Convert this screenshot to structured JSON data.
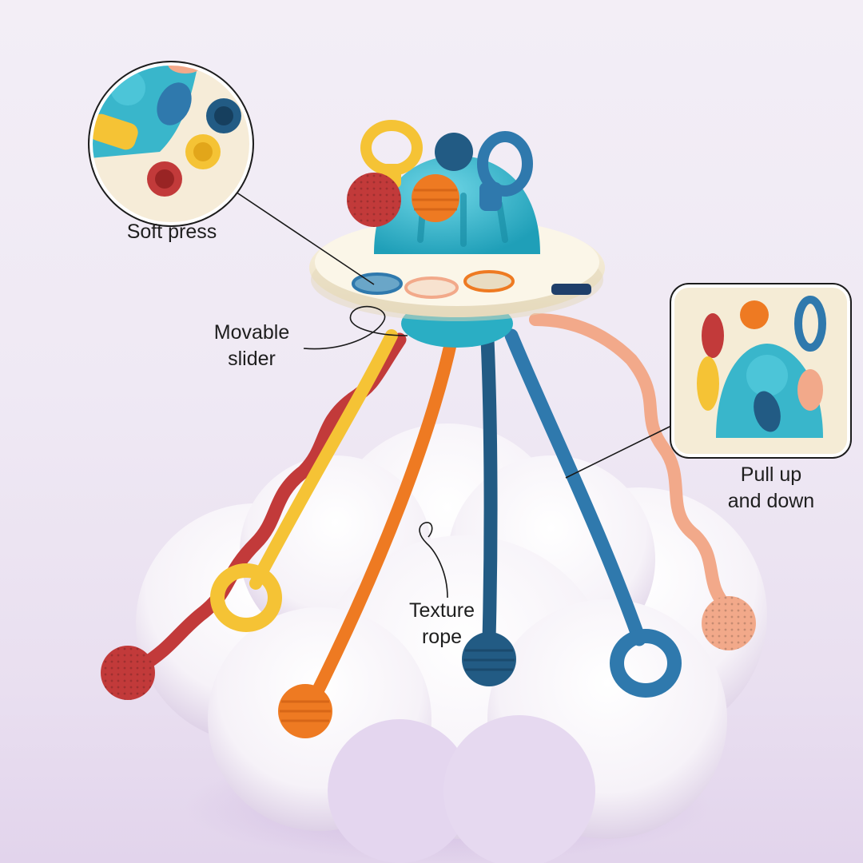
{
  "labels": {
    "soft_press": "Soft press",
    "movable_slider": [
      "Movable",
      "slider"
    ],
    "pull_up_down": [
      "Pull up",
      "and down"
    ],
    "texture_rope": [
      "Texture",
      "rope"
    ]
  },
  "colors": {
    "red": "#c23a3a",
    "yellow": "#f5c335",
    "orange": "#ee7a22",
    "navy": "#225b84",
    "blue": "#2f79ad",
    "peach": "#f2a98a",
    "teal": "#33b9cf",
    "cream": "#f3ead3"
  }
}
